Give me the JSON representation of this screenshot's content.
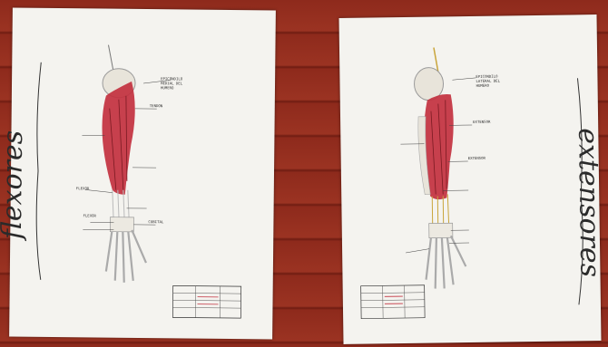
{
  "left_sheet": {
    "title": "flexores",
    "labels": [
      "EPICONDILO MEDIAL DEL HUMERO",
      "TENDON",
      "",
      "",
      "FLEXOR",
      "",
      "FLEXOR",
      "CUBITAL",
      "",
      ""
    ]
  },
  "right_sheet": {
    "title": "extensores",
    "labels": [
      "EPICONDILO LATERAL DEL HUMERO",
      "EXTENSOR",
      "EXTENSOR",
      "",
      "",
      "",
      "",
      ""
    ]
  },
  "colors": {
    "wall": "#8e2a1c",
    "paper": "#f4f3ef",
    "muscle": "#c2313f",
    "bone": "#e8e4da"
  }
}
